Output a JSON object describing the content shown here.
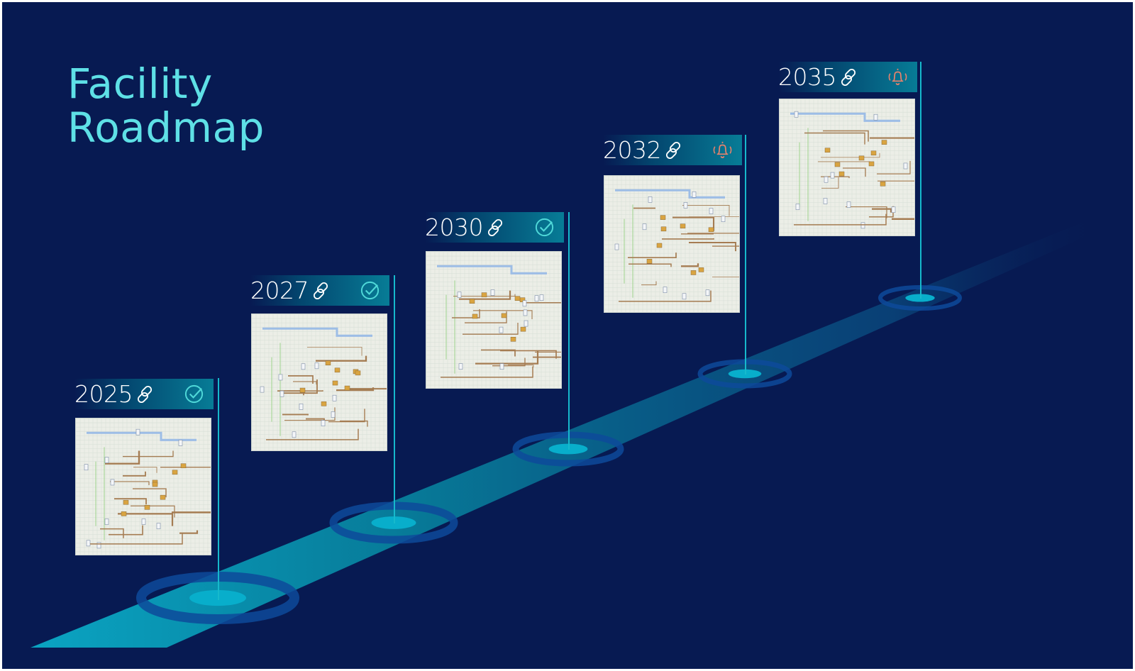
{
  "title": {
    "line1": "Facility",
    "line2": "Roadmap"
  },
  "colors": {
    "background": "#071a52",
    "title": "#5ee0e6",
    "track": "#0a9cbc",
    "ring": "#0d4a9a",
    "check": "#4fd8d8",
    "bell": "#e8826c"
  },
  "milestones": [
    {
      "year": "2025",
      "link_icon": "link-icon",
      "status": "complete",
      "status_icon": "check-circle-icon"
    },
    {
      "year": "2027",
      "link_icon": "link-icon",
      "status": "complete",
      "status_icon": "check-circle-icon"
    },
    {
      "year": "2030",
      "link_icon": "link-icon",
      "status": "complete",
      "status_icon": "check-circle-icon"
    },
    {
      "year": "2032",
      "link_icon": "link-icon",
      "status": "alert",
      "status_icon": "bell-icon"
    },
    {
      "year": "2035",
      "link_icon": "link-icon",
      "status": "alert",
      "status_icon": "bell-icon"
    }
  ]
}
